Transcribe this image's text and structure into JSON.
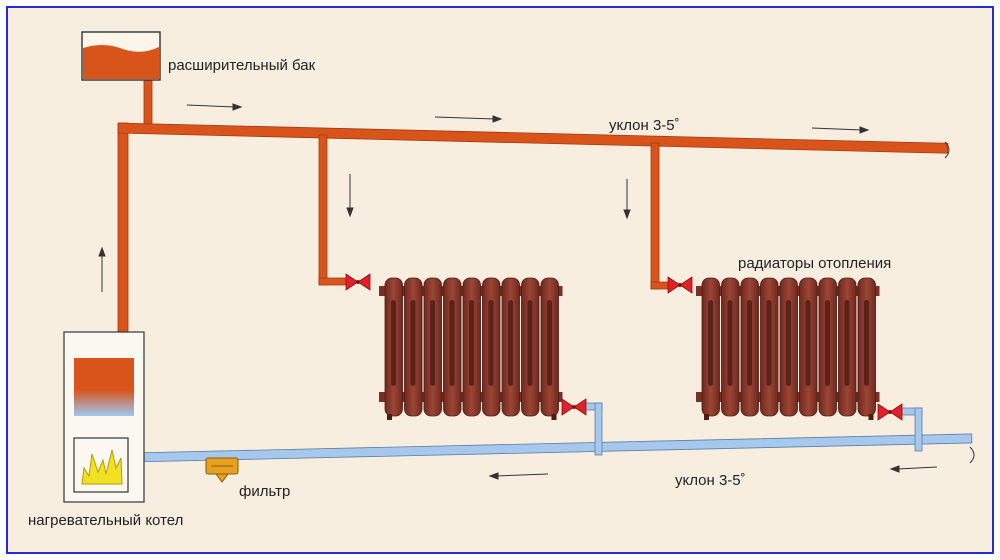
{
  "labels": {
    "expansion_tank": "расширительный бак",
    "slope_top": "уклон 3-5˚",
    "radiators": "радиаторы отопления",
    "filter": "фильтр",
    "slope_bottom": "уклон 3-5˚",
    "boiler": "нагревательный котел"
  },
  "colors": {
    "frame_border": "#1f2fd0",
    "background": "#f8eee0",
    "supply_pipe": "#d9541a",
    "return_pipe": "#a6c8ec",
    "radiator": "#8e3c2e",
    "valve": "#e0202a",
    "filter": "#e8a020",
    "flame": "#f2e022"
  },
  "icons": [
    "expansion-tank-icon",
    "boiler-icon",
    "flame-icon",
    "radiator-icon",
    "valve-icon",
    "filter-icon",
    "flow-arrow-icon"
  ]
}
